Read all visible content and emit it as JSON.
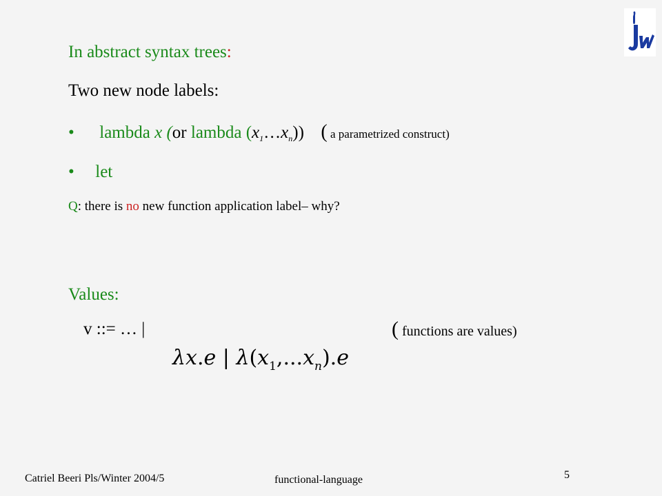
{
  "slide": {
    "heading": "In abstract syntax trees",
    "heading_colon": ":",
    "subheading": "Two new node labels:",
    "bullet1": {
      "marker": "•",
      "lambda": "lambda ",
      "x": "x",
      "or_open": " (",
      "or": "or",
      "lambda2": " lambda (",
      "x1": "x",
      "sub1": "1",
      "dots": "…",
      "xn": "x",
      "subn": "n",
      "close": "))",
      "paren_open": "(",
      "note": " a parametrized construct)"
    },
    "bullet2": {
      "marker": "•",
      "text": "let"
    },
    "question": {
      "q": "Q",
      "colon": ": there is ",
      "no": "no",
      "rest": " new function  application label– why?"
    },
    "values_title": "Values:",
    "grammar": {
      "lhs": "v ::= … |",
      "paren_open": "(",
      "note": " functions are values)"
    },
    "formula": {
      "lambda1": "λ",
      "x": "x",
      "dot1": ".",
      "e1": "e",
      "bar": " | ",
      "lambda2": "λ",
      "open": "(",
      "x1": "x",
      "sub1": "1",
      "comma": ",",
      "dots": "...",
      "xn": "x",
      "subn": "n",
      "close": ")",
      "dot2": ".",
      "e2": "e"
    },
    "footer_left": "Catriel Beeri Pls/Winter 2004/5",
    "footer_center": "functional-language",
    "page_number": "5",
    "accent_green": "#1a8a1a",
    "accent_red": "#cc2222",
    "logo_icon": "institution-logo-icon"
  }
}
